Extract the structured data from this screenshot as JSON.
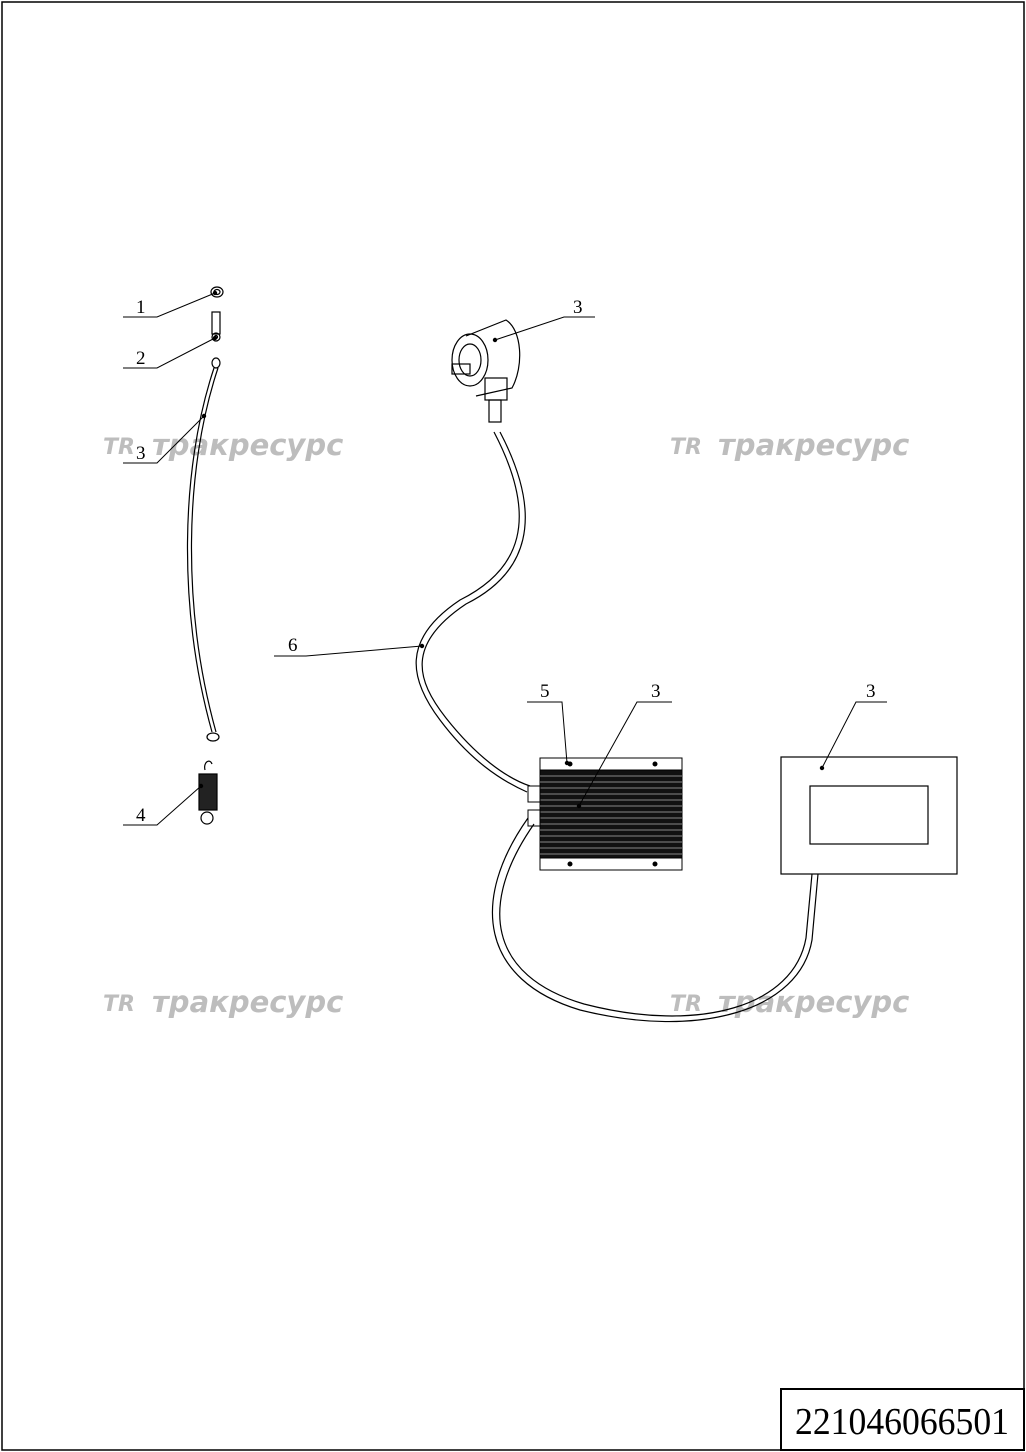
{
  "drawing": {
    "part_number": "221046066501",
    "callouts": [
      {
        "id": "c1",
        "label": "1"
      },
      {
        "id": "c2",
        "label": "2"
      },
      {
        "id": "c3a",
        "label": "3"
      },
      {
        "id": "c4",
        "label": "4"
      },
      {
        "id": "c6",
        "label": "6"
      },
      {
        "id": "c3b",
        "label": "3"
      },
      {
        "id": "c5",
        "label": "5"
      },
      {
        "id": "c3c",
        "label": "3"
      },
      {
        "id": "c3d",
        "label": "3"
      }
    ]
  },
  "watermark": {
    "logo": "TR",
    "text": "тракресурс"
  }
}
